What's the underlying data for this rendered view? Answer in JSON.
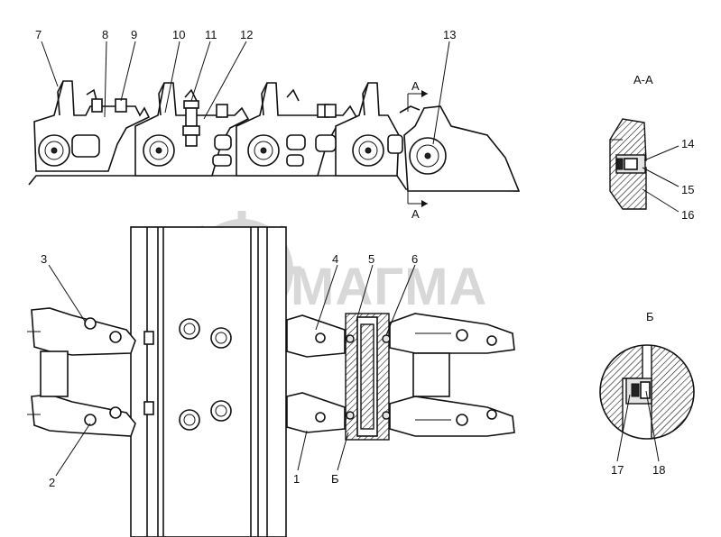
{
  "watermark": {
    "text": "МАГМА"
  },
  "section_labels": {
    "section_aa": "А-А",
    "section_b": "Б",
    "arrow_a_top": "А",
    "arrow_a_bottom": "А"
  },
  "callouts": {
    "c1": "1",
    "c2": "2",
    "c3": "3",
    "c4": "4",
    "c5": "5",
    "c6": "6",
    "c7": "7",
    "c8": "8",
    "c9": "9",
    "c10": "10",
    "c11": "11",
    "c12": "12",
    "c13": "13",
    "c14": "14",
    "c15": "15",
    "c16": "16",
    "c17": "17",
    "c18": "18",
    "cb": "Б"
  }
}
